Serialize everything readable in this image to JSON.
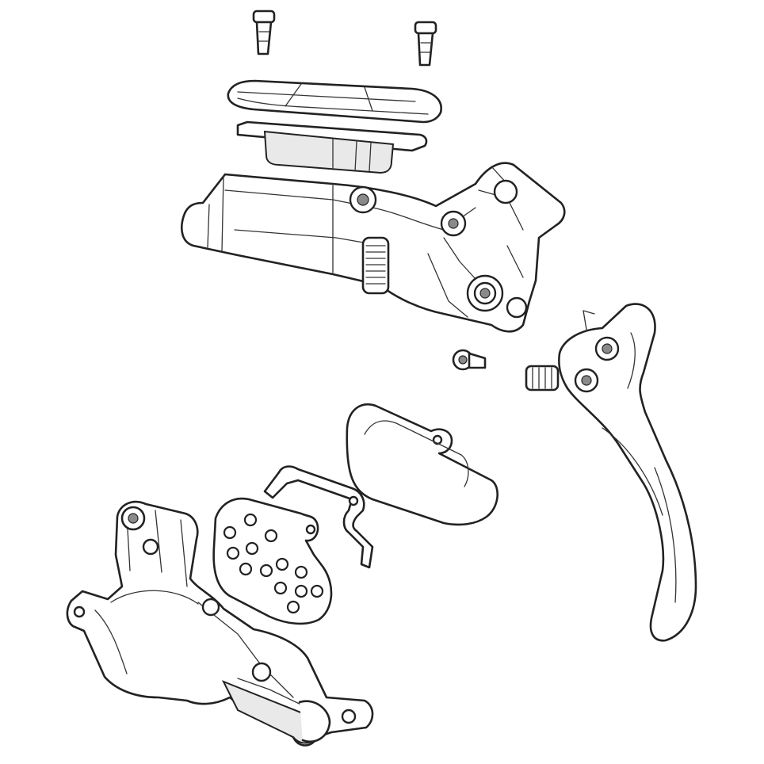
{
  "diagram": {
    "kind": "exploded-view line drawing",
    "labels": [],
    "colors": {
      "stroke": "#222222",
      "background": "#ffffff",
      "shade": "#e9e9e9"
    },
    "parts": [
      {
        "id": "screw-left",
        "icon": "reservoir-cap-screw"
      },
      {
        "id": "screw-right",
        "icon": "reservoir-cap-screw"
      },
      {
        "id": "reservoir-cap",
        "icon": "reservoir-cap"
      },
      {
        "id": "reservoir-bladder",
        "icon": "bladder-diaphragm"
      },
      {
        "id": "master-cylinder-body",
        "icon": "lever-body"
      },
      {
        "id": "lever-pivot-bolt",
        "icon": "torx-bolt"
      },
      {
        "id": "brake-lever-blade",
        "icon": "lever-blade"
      },
      {
        "id": "brake-pad-rear",
        "icon": "brake-pad"
      },
      {
        "id": "pad-spring-clip",
        "icon": "spring-clip"
      },
      {
        "id": "brake-pad-front",
        "icon": "brake-pad"
      },
      {
        "id": "caliper",
        "icon": "brake-caliper"
      }
    ]
  }
}
